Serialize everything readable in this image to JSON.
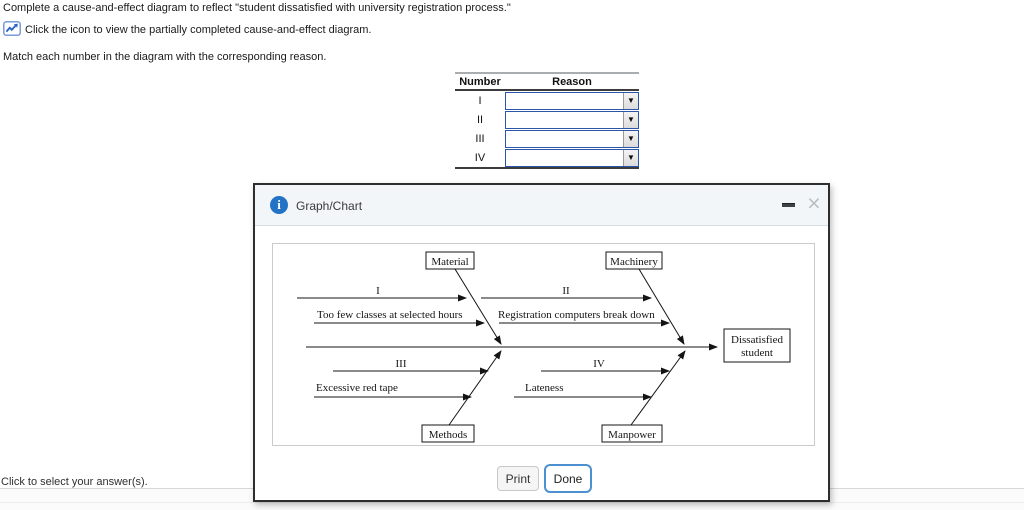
{
  "instructions": {
    "line1": "Complete a cause-and-effect diagram to reflect \"student dissatisfied with university registration process.\"",
    "line2": "Click the icon to view the partially completed cause-and-effect diagram.",
    "line3": "Match each number in the diagram with the corresponding reason."
  },
  "answer_table": {
    "col_number": "Number",
    "col_reason": "Reason",
    "dropdown_glyph": "▼",
    "rows": [
      {
        "number": "I",
        "reason_value": ""
      },
      {
        "number": "II",
        "reason_value": ""
      },
      {
        "number": "III",
        "reason_value": ""
      },
      {
        "number": "IV",
        "reason_value": ""
      }
    ]
  },
  "modal": {
    "title": "Graph/Chart",
    "info_glyph": "i",
    "close_glyph": "×",
    "print_label": "Print",
    "done_label": "Done"
  },
  "diagram": {
    "type": "fishbone",
    "effect": {
      "line1": "Dissatisfied",
      "line2": "student"
    },
    "branches": {
      "material": {
        "label": "Material",
        "number": "I",
        "cause": "Too few classes at selected hours",
        "position": "top-left"
      },
      "machinery": {
        "label": "Machinery",
        "number": "II",
        "cause": "Registration computers break down",
        "position": "top-right"
      },
      "methods": {
        "label": "Methods",
        "number": "III",
        "cause": "Excessive red tape",
        "position": "bottom-left"
      },
      "manpower": {
        "label": "Manpower",
        "number": "IV",
        "cause": "Lateness",
        "position": "bottom-right"
      }
    }
  },
  "footer": {
    "hint": "Click to select your answer(s)."
  },
  "colors": {
    "dropdown_border": "#2b55a9",
    "modal_border": "#2e2e2e",
    "modal_header_bg": "#f3f6f8",
    "info_icon_bg": "#2273c6",
    "done_button_border": "#4d90d0"
  }
}
